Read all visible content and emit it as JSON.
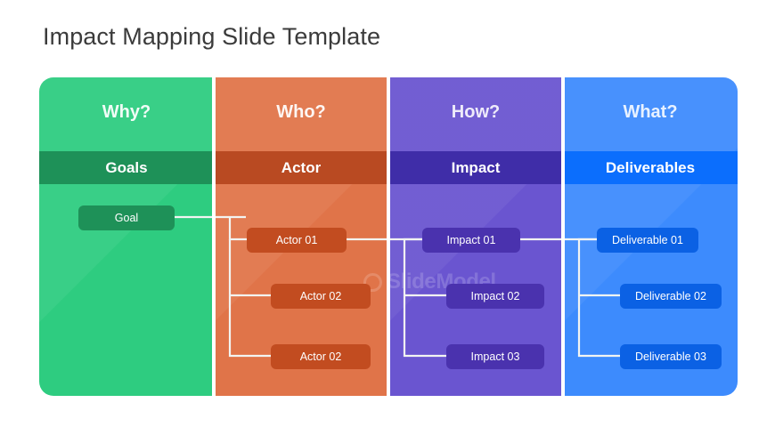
{
  "title": "Impact Mapping Slide Template",
  "watermark": {
    "text": "SlideModel",
    "mark": "slidemodel-logo-icon"
  },
  "colors": {
    "green": "#2ecc80",
    "green_dark": "#1e9158",
    "orange": "#e07449",
    "orange_dark": "#b94a22",
    "purple": "#6a55d0",
    "purple_dark": "#3f2da8",
    "blue": "#3d8bfd",
    "blue_dark": "#0b6efd",
    "connector": "#f2f4f2",
    "title_text": "#3b3b3b"
  },
  "columns": [
    {
      "key": "why",
      "question": "Why?",
      "band": "Goals",
      "nodes": [
        {
          "label": "Goal"
        }
      ]
    },
    {
      "key": "who",
      "question": "Who?",
      "band": "Actor",
      "nodes": [
        {
          "label": "Actor 01"
        },
        {
          "label": "Actor 02"
        },
        {
          "label": "Actor 02"
        }
      ]
    },
    {
      "key": "how",
      "question": "How?",
      "band": "Impact",
      "nodes": [
        {
          "label": "Impact 01"
        },
        {
          "label": "Impact 02"
        },
        {
          "label": "Impact 03"
        }
      ]
    },
    {
      "key": "what",
      "question": "What?",
      "band": "Deliverables",
      "nodes": [
        {
          "label": "Deliverable  01"
        },
        {
          "label": "Deliverable  02"
        },
        {
          "label": "Deliverable  03"
        }
      ]
    }
  ]
}
